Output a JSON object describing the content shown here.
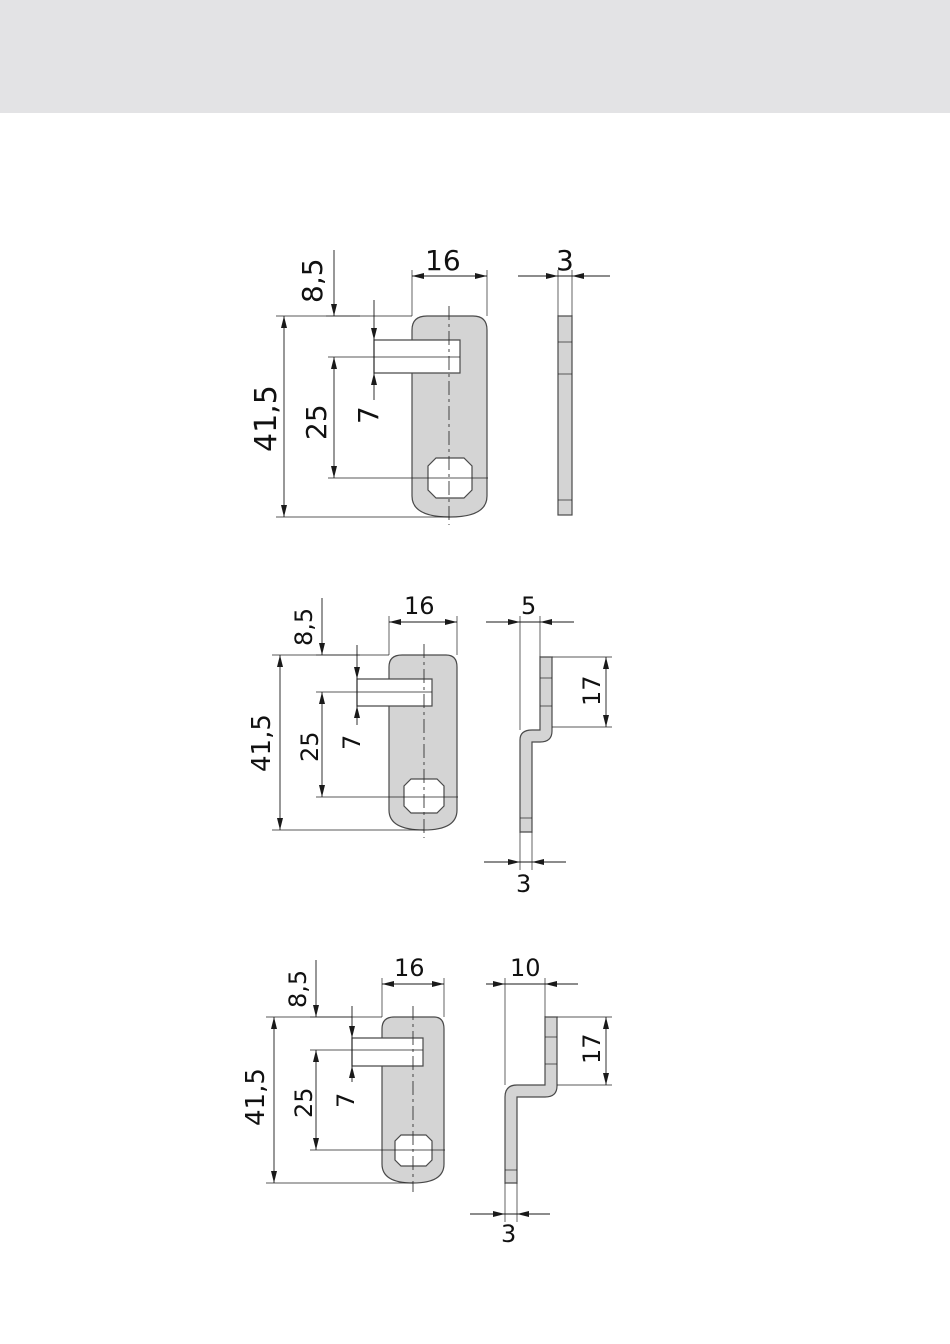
{
  "drawings": [
    {
      "id": "cam-1",
      "front": {
        "height": "41,5",
        "top_offset": "8,5",
        "width": "16",
        "slot_to_hole": "25",
        "slot_width": "7"
      },
      "side": {
        "thickness": "3"
      }
    },
    {
      "id": "cam-2",
      "front": {
        "height": "41,5",
        "top_offset": "8,5",
        "width": "16",
        "slot_to_hole": "25",
        "slot_width": "7"
      },
      "side": {
        "offset": "5",
        "thickness": "3",
        "bend_length": "17"
      }
    },
    {
      "id": "cam-3",
      "front": {
        "height": "41,5",
        "top_offset": "8,5",
        "width": "16",
        "slot_to_hole": "25",
        "slot_width": "7"
      },
      "side": {
        "offset": "10",
        "thickness": "3",
        "bend_length": "17"
      }
    }
  ],
  "colors": {
    "header_band": "#e3e3e5",
    "part_fill": "#d4d4d4",
    "outline": "#4a4a4a"
  }
}
